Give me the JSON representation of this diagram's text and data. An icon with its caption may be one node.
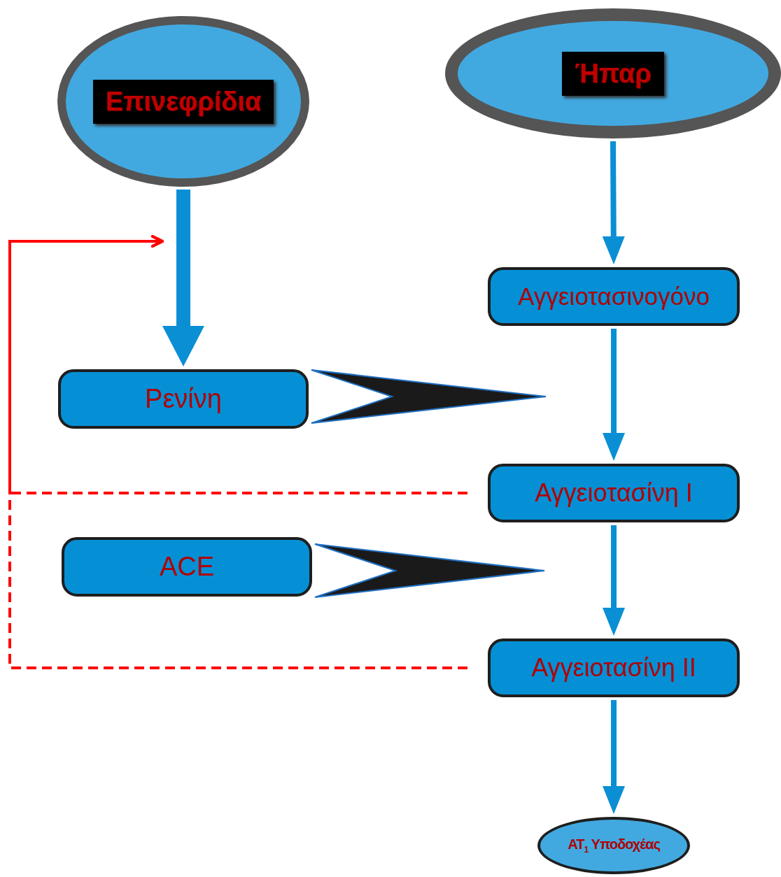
{
  "diagram": {
    "nodes": [
      {
        "text": [
          "Επινεφρίδια"
        ]
      },
      {
        "text": [
          "Ήπαρ"
        ]
      },
      {
        "text": [
          "Αγγειοτασινογόνο"
        ]
      },
      {
        "text": [
          "Ρενίνη"
        ]
      },
      {
        "text": [
          "Αγγειοτασίνη Ι"
        ]
      },
      {
        "text": [
          "ACE"
        ]
      },
      {
        "text": [
          "Αγγειοτασίνη ΙΙ"
        ]
      },
      {
        "text": [
          "AT$_{1}$ Υποδοχέας"
        ]
      }
    ],
    "edges": [
      {
        "from": 0,
        "to": 3,
        "arrow": "to",
        "style": "thick"
      },
      {
        "from": 1,
        "to": 2,
        "arrow": "to"
      },
      {
        "from": 2,
        "to": 4,
        "arrow": "to"
      },
      {
        "from": 4,
        "to": 6,
        "arrow": "to"
      },
      {
        "from": 6,
        "to": 7,
        "arrow": "to"
      },
      {
        "from": 3,
        "to": null,
        "arrow": "to",
        "color": "#1a1a1a"
      },
      {
        "from": 5,
        "to": null,
        "arrow": "to",
        "color": "#1a1a1a"
      },
      {
        "from": 4,
        "to": null,
        "arrow": "to",
        "style": "dashed",
        "color": "#ff0000"
      },
      {
        "from": 6,
        "to": null,
        "arrow": "to",
        "style": "dashed",
        "color": "#ff0000"
      }
    ]
  }
}
